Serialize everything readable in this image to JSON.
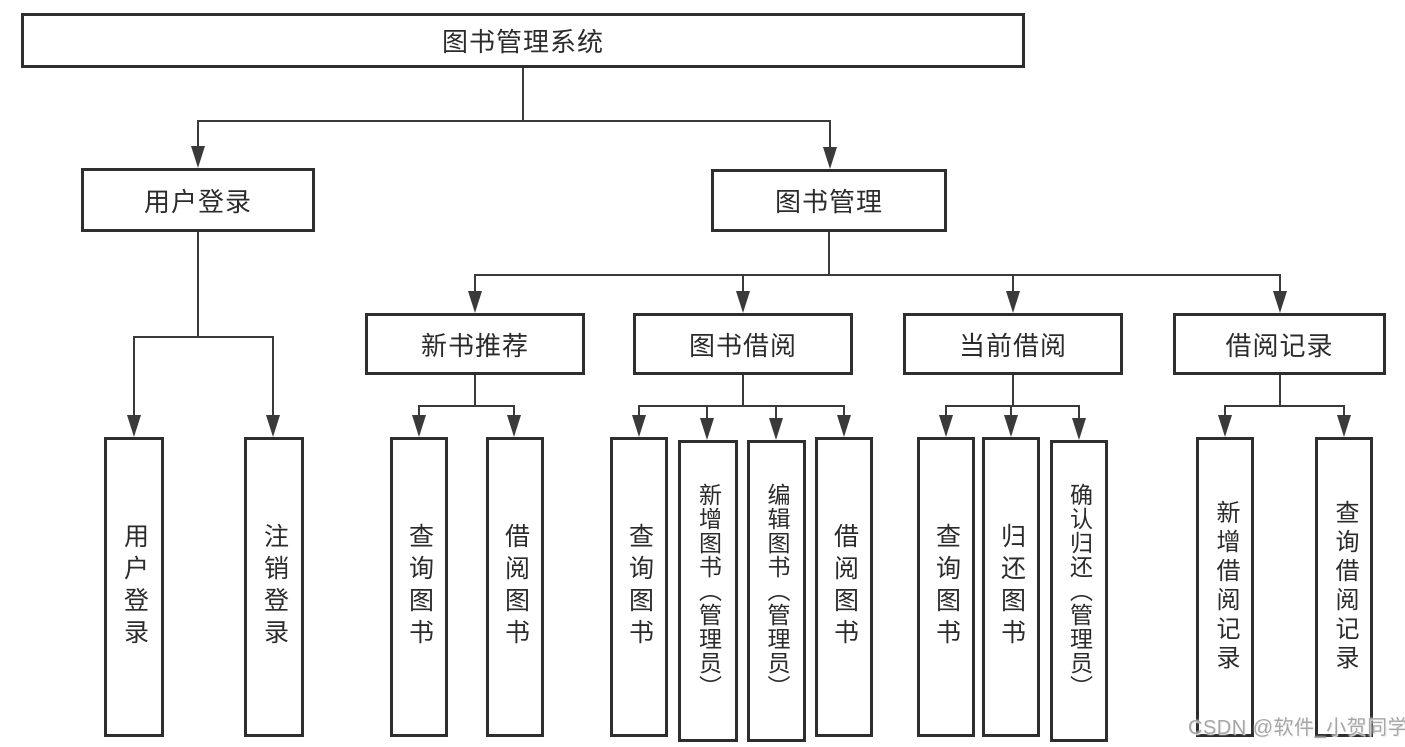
{
  "watermark": "CSDN @软件_小贺同学",
  "colors": {
    "line": "#3a3a3a",
    "box_border": "#2e2e2e",
    "box_fill": "#ffffff",
    "text": "#2b2b2b",
    "watermark": "#989898"
  },
  "diagram": {
    "type": "tree",
    "root": {
      "label": "图书管理系统"
    },
    "branches": [
      {
        "label": "用户登录",
        "children": [
          {
            "label": "用户登录"
          },
          {
            "label": "注销登录"
          }
        ]
      },
      {
        "label": "图书管理",
        "children": [
          {
            "label": "新书推荐",
            "children": [
              {
                "label": "查询图书"
              },
              {
                "label": "借阅图书"
              }
            ]
          },
          {
            "label": "图书借阅",
            "children": [
              {
                "label": "查询图书"
              },
              {
                "label": "新增图书（管理员）"
              },
              {
                "label": "编辑图书（管理员）"
              },
              {
                "label": "借阅图书"
              }
            ]
          },
          {
            "label": "当前借阅",
            "children": [
              {
                "label": "查询图书"
              },
              {
                "label": "归还图书"
              },
              {
                "label": "确认归还（管理员）"
              }
            ]
          },
          {
            "label": "借阅记录",
            "children": [
              {
                "label": "新增借阅记录"
              },
              {
                "label": "查询借阅记录"
              }
            ]
          }
        ]
      }
    ]
  }
}
